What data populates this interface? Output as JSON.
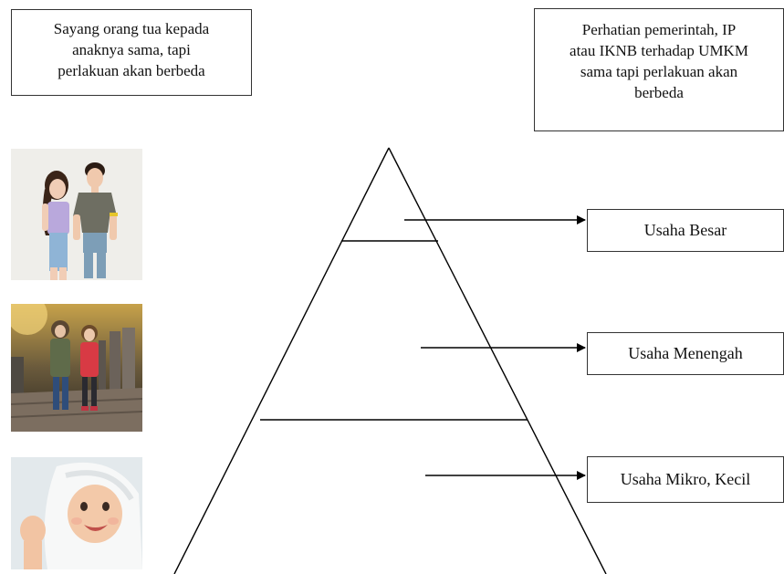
{
  "notes": {
    "left": {
      "line1": "Sayang orang tua kepada",
      "line2": "anaknya sama, tapi",
      "line3": "perlakuan akan berbeda"
    },
    "right": {
      "line1": "Perhatian pemerintah, IP",
      "line2": "atau IKNB terhadap UMKM",
      "line3": "sama tapi perlakuan akan",
      "line4": "berbeda"
    }
  },
  "tiers": [
    {
      "label": "Usaha Besar"
    },
    {
      "label": "Usaha Menengah"
    },
    {
      "label": "Usaha Mikro, Kecil"
    }
  ],
  "photos": [
    {
      "subject": "young couple (adult children)"
    },
    {
      "subject": "two children"
    },
    {
      "subject": "baby"
    }
  ],
  "colors": {
    "line": "#000000",
    "border": "#333333"
  }
}
